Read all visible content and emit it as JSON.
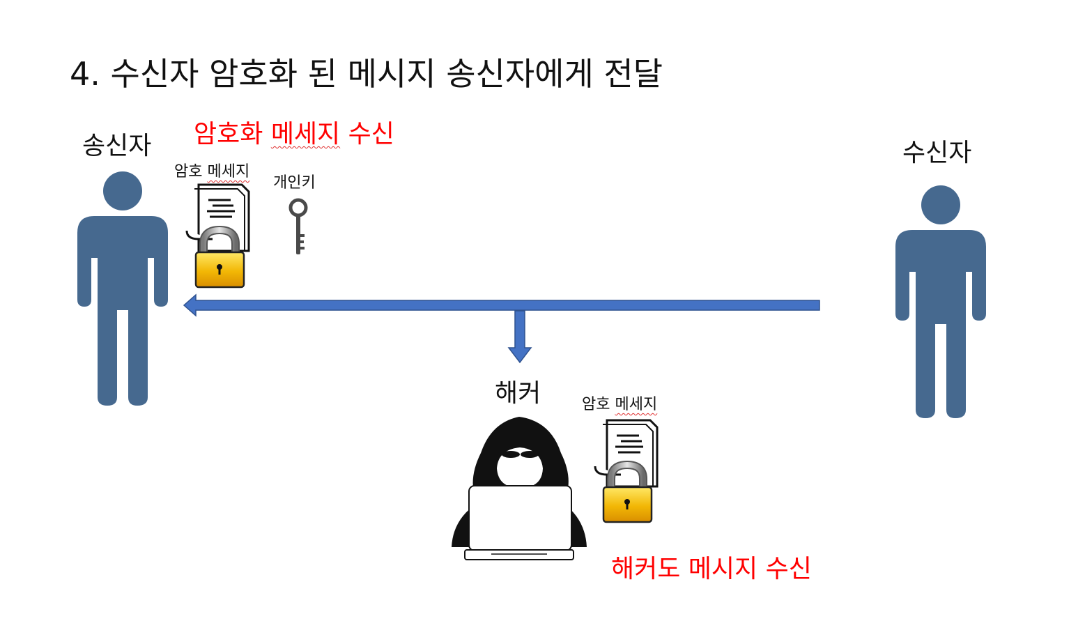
{
  "slide": {
    "title": "4. 수신자 암호화 된 메시지 송신자에게 전달"
  },
  "sender": {
    "label": "송신자",
    "status_prefix": "암호화 ",
    "status_underlined": "메세지",
    "status_suffix": " 수신",
    "doc_prefix": "암호 ",
    "doc_underlined": "메세지",
    "key_label": "개인키"
  },
  "receiver": {
    "label": "수신자"
  },
  "hacker": {
    "label": "해커",
    "doc_prefix": "암호 ",
    "doc_underlined": "메세지",
    "status": "해커도 메시지 수신"
  },
  "colors": {
    "person": "#46698f",
    "arrow": "#4472c4",
    "arrow_stroke": "#2f528f",
    "accent_red": "#ff0000",
    "lock_gold": "#f2b705"
  }
}
